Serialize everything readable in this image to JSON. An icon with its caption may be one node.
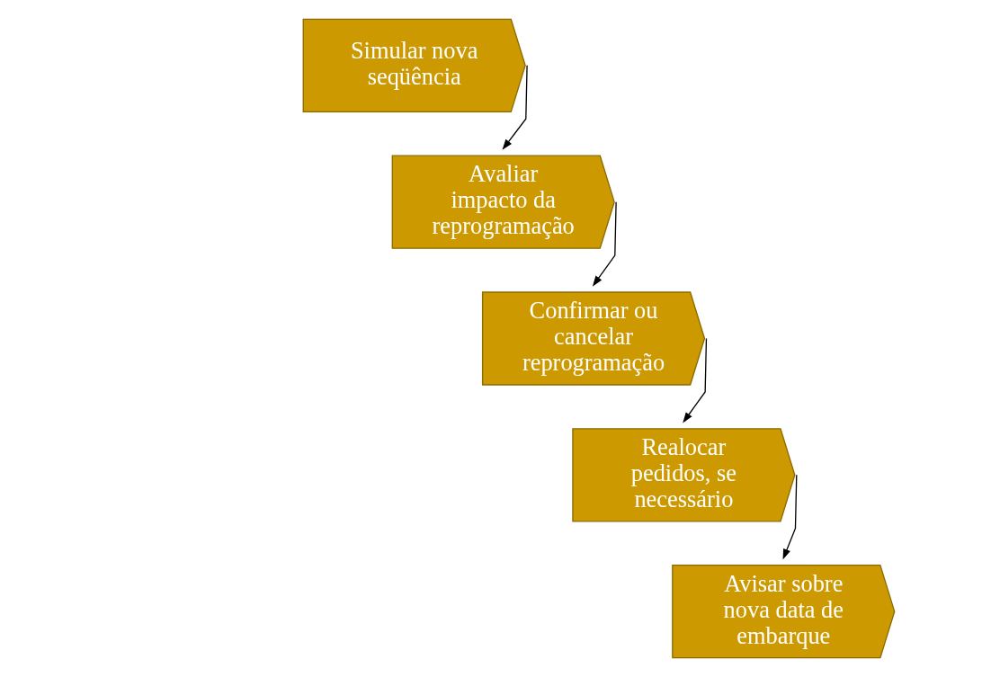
{
  "diagram": {
    "nodes": [
      {
        "text": [
          "Simular nova seqüência"
        ]
      },
      {
        "text": [
          "Avaliar impacto da reprogramação"
        ]
      },
      {
        "text": [
          "Confirmar ou cancelar reprogramação"
        ]
      },
      {
        "text": [
          "Realocar pedidos, se necessário"
        ]
      },
      {
        "text": [
          "Avisar sobre nova data de embarque"
        ]
      }
    ],
    "edges": [
      {
        "from": 0,
        "to": 1,
        "arrow": "to"
      },
      {
        "from": 1,
        "to": 2,
        "arrow": "to"
      },
      {
        "from": 2,
        "to": 3,
        "arrow": "to"
      },
      {
        "from": 3,
        "to": 4,
        "arrow": "to"
      }
    ]
  }
}
